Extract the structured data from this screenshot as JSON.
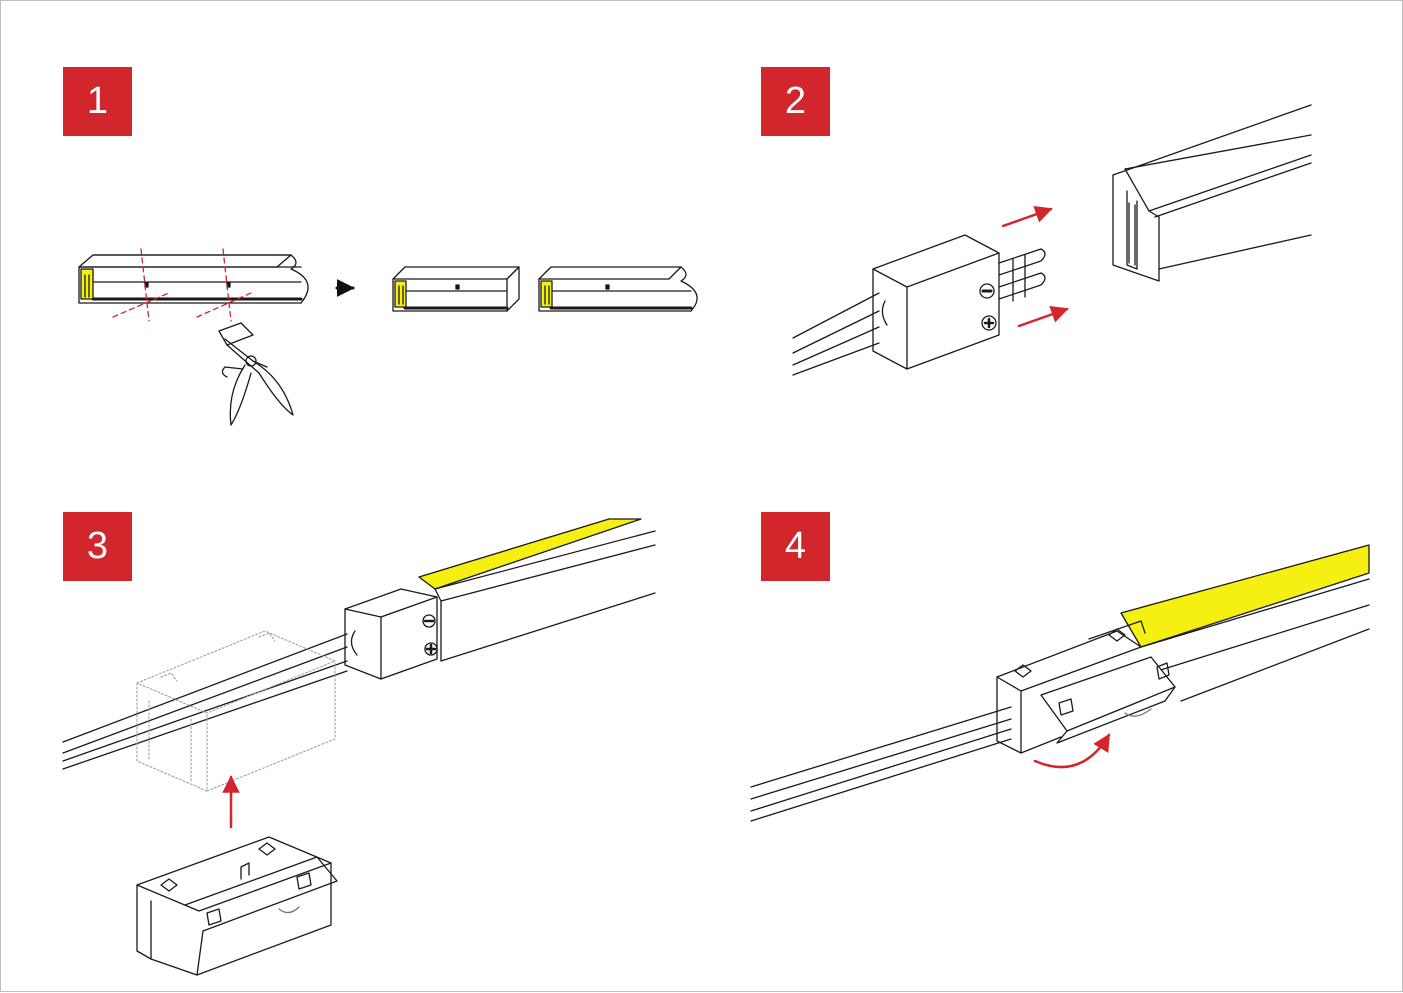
{
  "colors": {
    "accent": "#d0262c",
    "led": "#f5ef12",
    "line": "#1a1a1a"
  },
  "steps": [
    {
      "number": "1"
    },
    {
      "number": "2"
    },
    {
      "number": "3"
    },
    {
      "number": "4"
    }
  ],
  "icons": {
    "terminal_minus": "minus-terminal-icon",
    "terminal_plus": "plus-terminal-icon"
  }
}
